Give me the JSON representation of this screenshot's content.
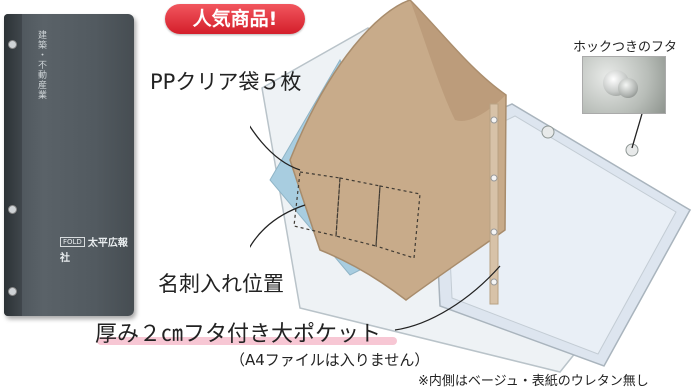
{
  "badge": "人気商品!",
  "labels": {
    "pp_bags": "PPクリア袋５枚",
    "name_card": "名刺入れ位置",
    "pocket": "厚み２㎝フタ付き大ポケット",
    "a4_note": "（A4ファイルは入りません）",
    "inner_note": "※内側はベージュ・表紙のウレタン無し",
    "hook_lid": "ホックつきのフタ"
  },
  "binder": {
    "spine_title": "建築・不動産業",
    "logo_box": "FOLD",
    "logo_name": "太平広報社"
  },
  "colors": {
    "badge": "#e02a34",
    "binder": "#525a60",
    "kraft": "#c8ab8a",
    "pocket_blue": "#a8cde0",
    "highlight": "#f7c7d4"
  }
}
